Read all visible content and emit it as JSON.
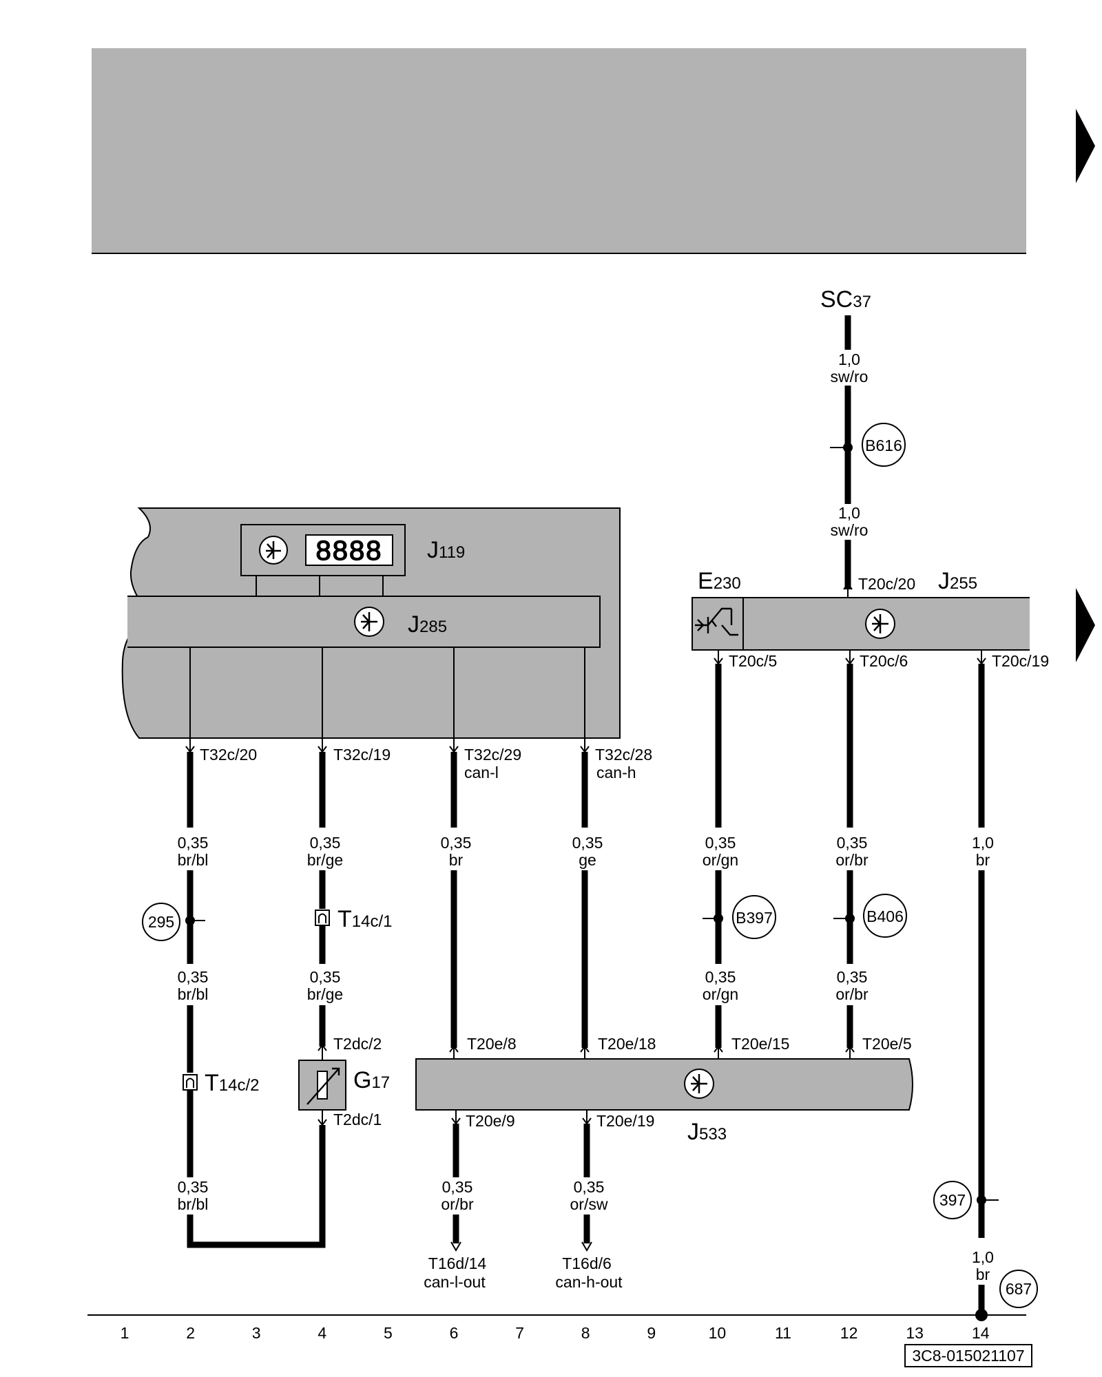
{
  "components": {
    "SC37": {
      "main": "SC",
      "sub": "37"
    },
    "J119": {
      "main": "J",
      "sub": "119"
    },
    "J285": {
      "main": "J",
      "sub": "285"
    },
    "E230": {
      "main": "E",
      "sub": "230"
    },
    "J255": {
      "main": "J",
      "sub": "255"
    },
    "G17": {
      "main": "G",
      "sub": "17"
    },
    "J533": {
      "main": "J",
      "sub": "533"
    },
    "T14c1": {
      "main": "T",
      "sub": "14c/1"
    },
    "T14c2": {
      "main": "T",
      "sub": "14c/2"
    }
  },
  "display_digits": "8888",
  "pins": {
    "t32c20": "T32c/20",
    "t32c19": "T32c/19",
    "t32c29": "T32c/29",
    "t32c29b": "can-l",
    "t32c28": "T32c/28",
    "t32c28b": "can-h",
    "t20c20": "T20c/20",
    "t20c5": "T20c/5",
    "t20c6": "T20c/6",
    "t20c19": "T20c/19",
    "t2dc2": "T2dc/2",
    "t2dc1": "T2dc/1",
    "t20e8": "T20e/8",
    "t20e18": "T20e/18",
    "t20e15": "T20e/15",
    "t20e5": "T20e/5",
    "t20e9": "T20e/9",
    "t20e19": "T20e/19",
    "t16d14": "T16d/14",
    "t16d14b": "can-l-out",
    "t16d6": "T16d/6",
    "t16d6b": "can-h-out"
  },
  "wires": {
    "sc_top": {
      "size": "1,0",
      "color": "sw/ro"
    },
    "sc_bot": {
      "size": "1,0",
      "color": "sw/ro"
    },
    "w2_top": {
      "size": "0,35",
      "color": "br/bl"
    },
    "w2_mid": {
      "size": "0,35",
      "color": "br/bl"
    },
    "w2_bot": {
      "size": "0,35",
      "color": "br/bl"
    },
    "w4_top": {
      "size": "0,35",
      "color": "br/ge"
    },
    "w4_mid": {
      "size": "0,35",
      "color": "br/ge"
    },
    "w6_top": {
      "size": "0,35",
      "color": "br"
    },
    "w6_bot": {
      "size": "0,35",
      "color": "or/br"
    },
    "w8_top": {
      "size": "0,35",
      "color": "ge"
    },
    "w8_bot": {
      "size": "0,35",
      "color": "or/sw"
    },
    "w10_top": {
      "size": "0,35",
      "color": "or/gn"
    },
    "w10_mid": {
      "size": "0,35",
      "color": "or/gn"
    },
    "w12_top": {
      "size": "0,35",
      "color": "or/br"
    },
    "w12_mid": {
      "size": "0,35",
      "color": "or/br"
    },
    "w14_top": {
      "size": "1,0",
      "color": "br"
    },
    "w14_bot": {
      "size": "1,0",
      "color": "br"
    }
  },
  "connection_points": {
    "b616": "B616",
    "p295": "295",
    "b397": "B397",
    "b406": "B406",
    "p397": "397",
    "p687": "687"
  },
  "track_numbers": [
    "1",
    "2",
    "3",
    "4",
    "5",
    "6",
    "7",
    "8",
    "9",
    "10",
    "11",
    "12",
    "13",
    "14"
  ],
  "diagram_id": "3C8-015021107",
  "colors": {
    "component_fill": "#b3b3b3",
    "header_fill": "#b3b3b3",
    "line": "#000000"
  }
}
